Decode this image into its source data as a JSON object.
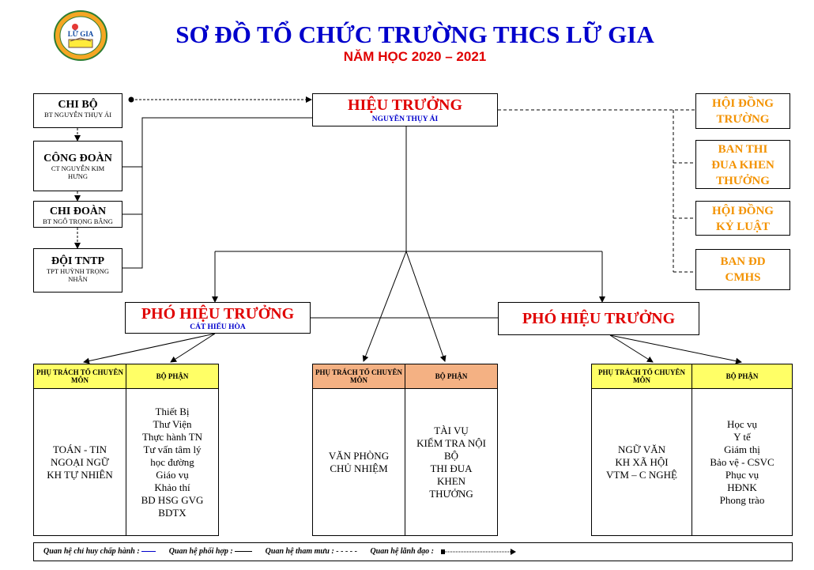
{
  "header": {
    "logo_text": "LỮ GIA",
    "title": "SƠ ĐỒ TỔ CHỨC TRƯỜNG THCS LỮ GIA",
    "subtitle": "NĂM HỌC 2020 – 2021"
  },
  "principal": {
    "title": "HIỆU TRƯỞNG",
    "name": "NGUYỄN THỤY ÁI"
  },
  "left_units": [
    {
      "main": "CHI BỘ",
      "sub": "BT NGUYỄN THỤY ÁI"
    },
    {
      "main": "CÔNG ĐOÀN",
      "sub": "CT NGUYỄN KIM HƯNG"
    },
    {
      "main": "CHI ĐOÀN",
      "sub": "BT NGÔ TRỌNG BẰNG"
    },
    {
      "main": "ĐỘI TNTP",
      "sub": "TPT HUỲNH TRỌNG NHÂN"
    }
  ],
  "right_councils": [
    {
      "lines": [
        "HỘI ĐỒNG",
        "TRƯỜNG"
      ]
    },
    {
      "lines": [
        "BAN THI",
        "ĐUA KHEN",
        "THƯỞNG"
      ]
    },
    {
      "lines": [
        "HỘI ĐỒNG",
        "KỶ LUẬT"
      ]
    },
    {
      "lines": [
        "BAN ĐD",
        "CMHS"
      ]
    }
  ],
  "vice_left": {
    "title": "PHÓ HIỆU TRƯỞNG",
    "name": "CÁT HIẾU HÒA"
  },
  "vice_right": {
    "title": "PHÓ HIỆU TRƯỞNG"
  },
  "departments": [
    {
      "col1_header": "PHỤ TRÁCH TỔ CHUYÊN MÔN",
      "col2_header": "BỘ PHẬN",
      "col1_items": [
        "TOÁN - TIN",
        "NGOẠI NGỮ",
        "KH TỰ NHIÊN"
      ],
      "col2_items": [
        "Thiết Bị",
        "Thư Viện",
        "Thực hành TN",
        "Tư vấn tâm lý",
        "học đường",
        "Giáo vụ",
        "Khảo thí",
        "BD HSG GVG",
        "BDTX"
      ]
    },
    {
      "col1_header": "PHỤ TRÁCH TỔ CHUYÊN MÔN",
      "col2_header": "BỘ PHẬN",
      "col1_items": [
        "VĂN PHÒNG",
        "CHỦ NHIỆM"
      ],
      "col2_items": [
        "TÀI VỤ",
        "KIỂM TRA NỘI",
        "BỘ",
        "THI ĐUA",
        "KHEN",
        "THƯỞNG"
      ]
    },
    {
      "col1_header": "PHỤ TRÁCH TỔ CHUYÊN MÔN",
      "col2_header": "BỘ PHẬN",
      "col1_items": [
        "NGỮ VĂN",
        "KH XÃ HỘI",
        "VTM – C NGHỆ"
      ],
      "col2_items": [
        "Học vụ",
        "Y tế",
        "Giám thị",
        "Bảo vệ - CSVC",
        "Phục vụ",
        "HĐNK",
        "Phong trào"
      ]
    }
  ],
  "legend": {
    "command": "Quan hệ chỉ huy chấp hành :",
    "coordinate": "Quan hệ phối hợp :",
    "advisory": "Quan hệ tham mưu : - - - - -",
    "leadership": "Quan hệ lãnh đạo :"
  },
  "colors": {
    "title_blue": "#0000cc",
    "red": "#e00000",
    "orange": "#f39200",
    "header_yellow": "#ffff66",
    "header_peach": "#f4b183"
  }
}
